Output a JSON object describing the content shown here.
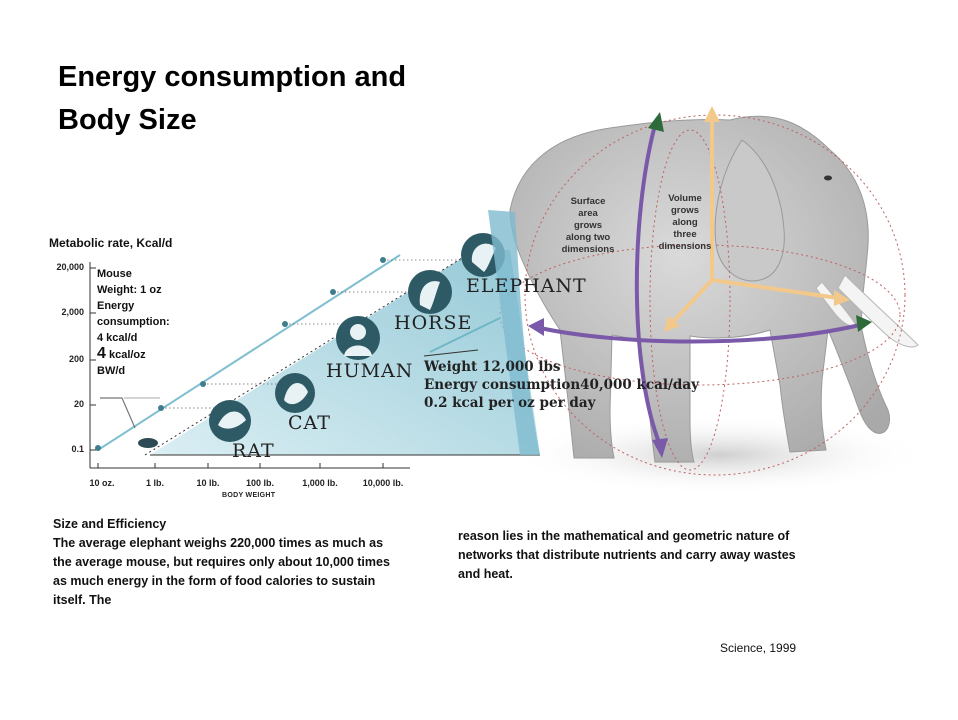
{
  "title": {
    "line1": "Energy consumption and",
    "line2": "Body Size"
  },
  "chart_data": {
    "type": "line",
    "title": "",
    "ylabel": "Metabolic rate, Kcal/d",
    "xlabel": "BODY WEIGHT",
    "y_ticks": [
      "20,000",
      "2,000",
      "200",
      "20",
      "0.1"
    ],
    "x_ticks": [
      "10 oz.",
      "1 lb.",
      "10 lb.",
      "100 lb.",
      "1,000 lb.",
      "10,000 lb."
    ],
    "log_x": true,
    "log_y": true,
    "grid": false
  },
  "mouse_note": {
    "line1": "Mouse",
    "line2": "Weight: 1 oz",
    "line3": "Energy",
    "line4": "consumption:",
    "line5": "4 kcal/d",
    "big": "4",
    "unit": "kcal/oz",
    "line7": "BW/d"
  },
  "animals": {
    "rat": "RAT",
    "cat": "CAT",
    "human": "HUMAN",
    "horse": "HORSE",
    "elephant": "ELEPHANT"
  },
  "elephant_note": {
    "line1": "Weight 12,000 lbs",
    "line2": "Energy consumption40,000 kcal/day",
    "line3": "0.2 kcal per oz per day"
  },
  "surface": {
    "l1": "Surface",
    "l2": "area",
    "l3": "grows",
    "l4": "along two",
    "l5": "dimensions"
  },
  "volume": {
    "l1": "Volume",
    "l2": "grows",
    "l3": "along",
    "l4": "three",
    "l5": "dimensions"
  },
  "paragraph": {
    "heading": "Size and Efficiency",
    "l1": "The average elephant weighs 220,000 times as much as",
    "l2": "the average mouse, but requires only about 10,000 times",
    "l3": "as much energy in the form of food calories to sustain",
    "l4": "itself. The",
    "r1": "reason lies in the mathematical and geometric nature of",
    "r2": "networks that distribute nutrients and carry away wastes",
    "r3": "and heat."
  },
  "citation": "Science, 1999",
  "colors": {
    "trend_line": "#7fbfd0",
    "wedge": "#a8d8e4",
    "elephant": "#bdbdbd",
    "surface_arrow": "#6f4b9a",
    "volume_arrow": "#f2c98a",
    "green_head": "#2f6b3a"
  }
}
